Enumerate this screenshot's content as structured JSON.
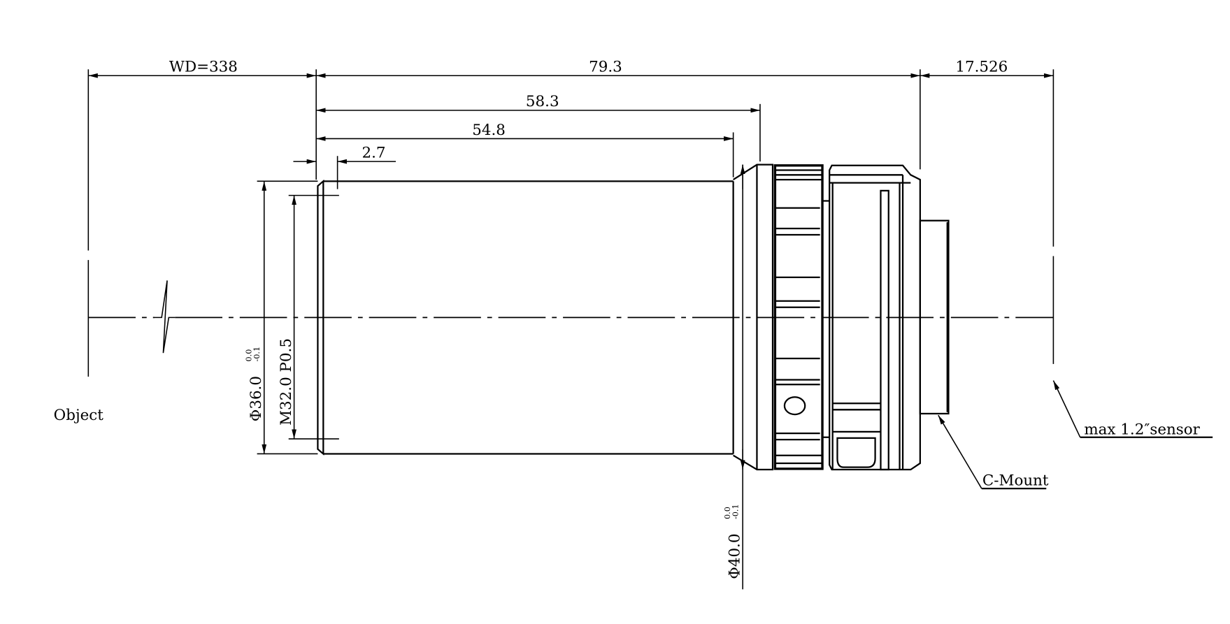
{
  "dimensions": {
    "working_distance": "WD=338",
    "overall_length": "79.3",
    "back_focal": "17.526",
    "length_58": "58.3",
    "length_54": "54.8",
    "lip": "2.7",
    "dia36": "Φ36.0",
    "dia36_tol_upper": "0.0",
    "dia36_tol_lower": "-0.1",
    "thread": "M32.0 P0.5",
    "dia40": "Φ40.0",
    "dia40_tol_upper": "0.0",
    "dia40_tol_lower": "-0.1"
  },
  "labels": {
    "object": "Object",
    "mount": "C-Mount",
    "sensor": "max 1.2″sensor"
  }
}
